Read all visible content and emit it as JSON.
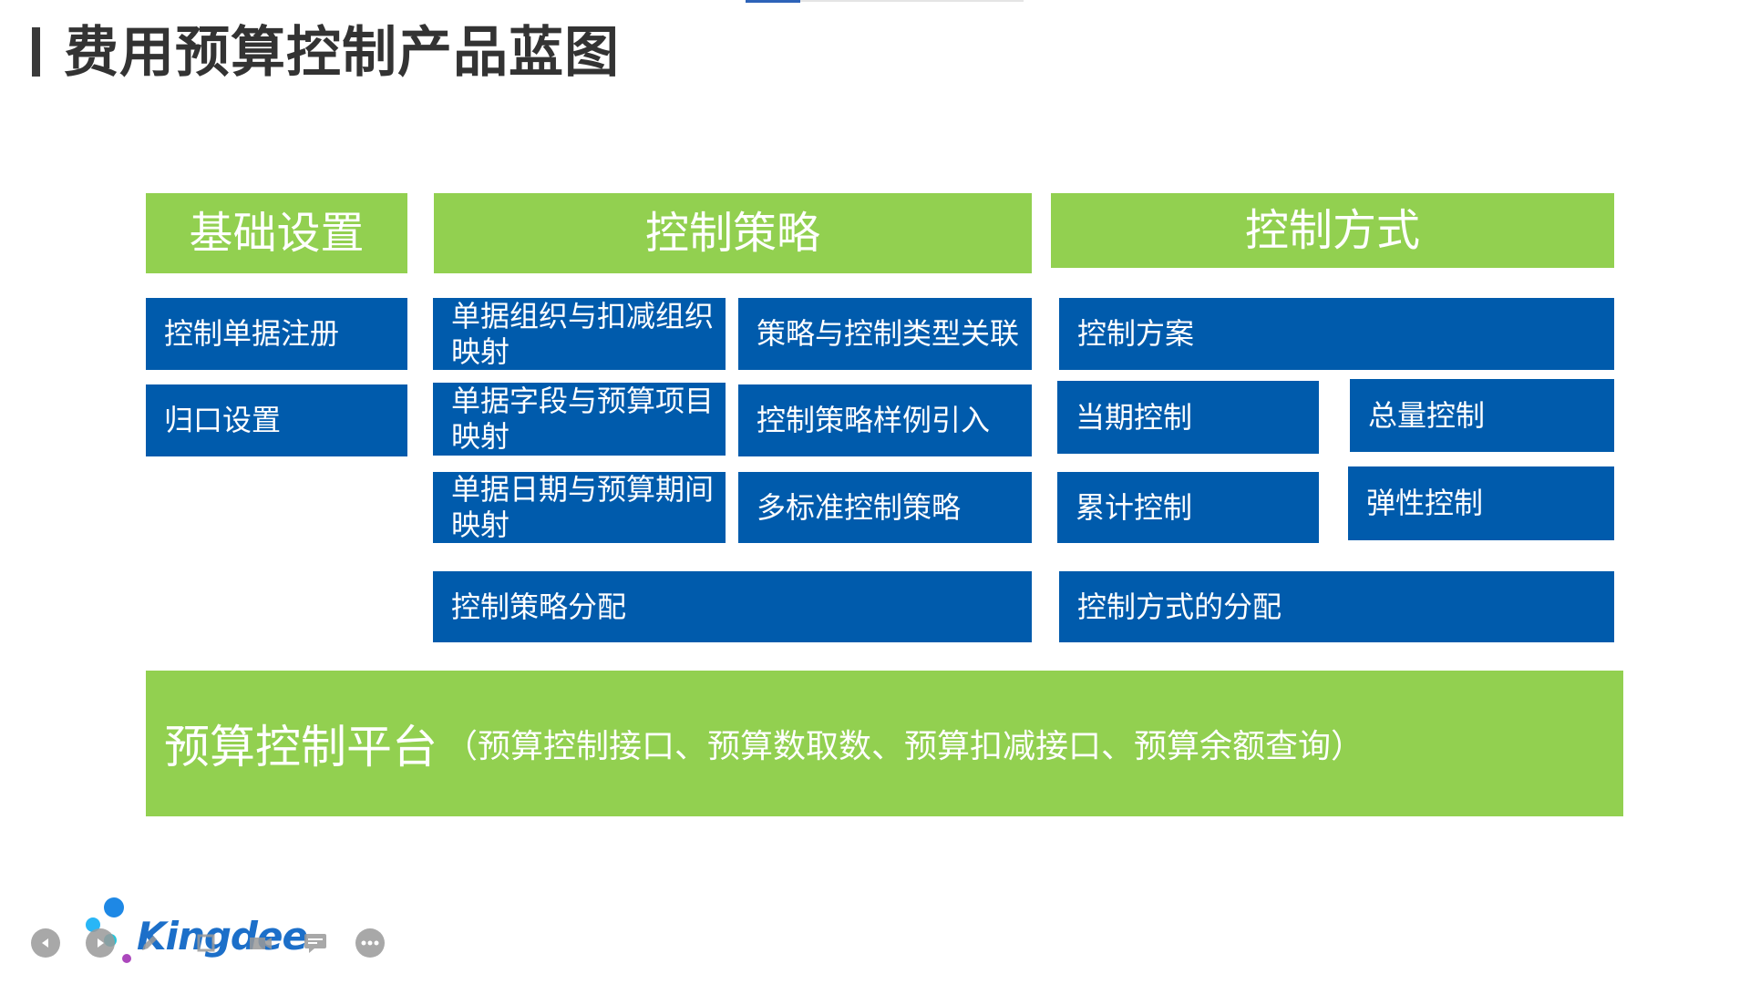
{
  "page": {
    "title": "费用预算控制产品蓝图"
  },
  "headers": {
    "basic_settings": "基础设置",
    "control_strategy": "控制策略",
    "control_method": "控制方式"
  },
  "basic_settings": {
    "items": [
      "控制单据注册",
      "归口设置"
    ]
  },
  "control_strategy": {
    "items": [
      "单据组织与扣减组织映射",
      "策略与控制类型关联",
      "单据字段与预算项目映射",
      "控制策略样例引入",
      "单据日期与预算期间映射",
      "多标准控制策略",
      "控制策略分配"
    ]
  },
  "control_method": {
    "items": [
      "控制方案",
      "当期控制",
      "总量控制",
      "累计控制",
      "弹性控制",
      "控制方式的分配"
    ]
  },
  "platform": {
    "title": "预算控制平台",
    "subtitle": "（预算控制接口、预算数取数、预算扣减接口、预算余额查询）"
  },
  "footer": {
    "logo_text": "Kingdee",
    "nav_icons": [
      "prev-icon",
      "next-icon",
      "pen-icon",
      "zoom-icon",
      "camera-icon",
      "comment-icon",
      "more-icon"
    ]
  },
  "colors": {
    "green": "#92d050",
    "blue": "#005bac",
    "title": "#333333"
  }
}
